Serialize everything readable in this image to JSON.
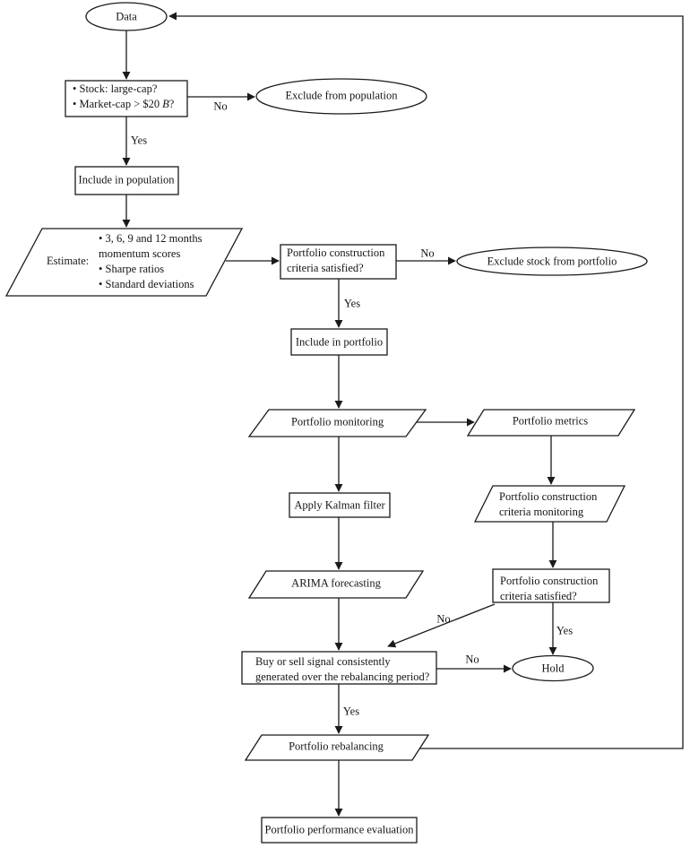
{
  "diagram": {
    "colors": {
      "line": "#1a1a1a",
      "background": "#ffffff"
    },
    "nodes": {
      "data": {
        "label": "Data"
      },
      "stock_check": {
        "line1": "• Stock: large-cap?",
        "line2_pre": "• Market-cap > $20",
        "line2_var": "B",
        "line2_post": "?"
      },
      "exclude_population": {
        "label": "Exclude from population"
      },
      "include_population": {
        "label": "Include in population"
      },
      "estimate": {
        "label": "Estimate:",
        "lines": [
          "• 3, 6, 9 and 12 months",
          "momentum scores",
          "• Sharpe ratios",
          "• Standard deviations"
        ]
      },
      "criteria_check_1": {
        "lines": [
          "Portfolio construction",
          "criteria satisfied?"
        ]
      },
      "exclude_portfolio": {
        "label": "Exclude stock from portfolio"
      },
      "include_portfolio": {
        "label": "Include in portfolio"
      },
      "portfolio_monitoring": {
        "label": "Portfolio monitoring"
      },
      "portfolio_metrics": {
        "label": "Portfolio metrics"
      },
      "kalman": {
        "label": "Apply Kalman filter"
      },
      "criteria_monitoring": {
        "lines": [
          "Portfolio construction",
          "criteria monitoring"
        ]
      },
      "arima": {
        "label": "ARIMA forecasting"
      },
      "criteria_check_2": {
        "lines": [
          "Portfolio construction",
          "criteria satisfied?"
        ]
      },
      "buy_sell": {
        "lines": [
          "Buy or sell signal consistently",
          "generated over the rebalancing period?"
        ]
      },
      "hold": {
        "label": "Hold"
      },
      "rebalancing": {
        "label": "Portfolio rebalancing"
      },
      "performance": {
        "label": "Portfolio performance evaluation"
      }
    },
    "edge_labels": {
      "stock_no": "No",
      "stock_yes": "Yes",
      "criteria1_no": "No",
      "criteria1_yes": "Yes",
      "criteria2_no": "No",
      "criteria2_yes": "Yes",
      "buysell_no": "No",
      "buysell_yes": "Yes"
    }
  }
}
